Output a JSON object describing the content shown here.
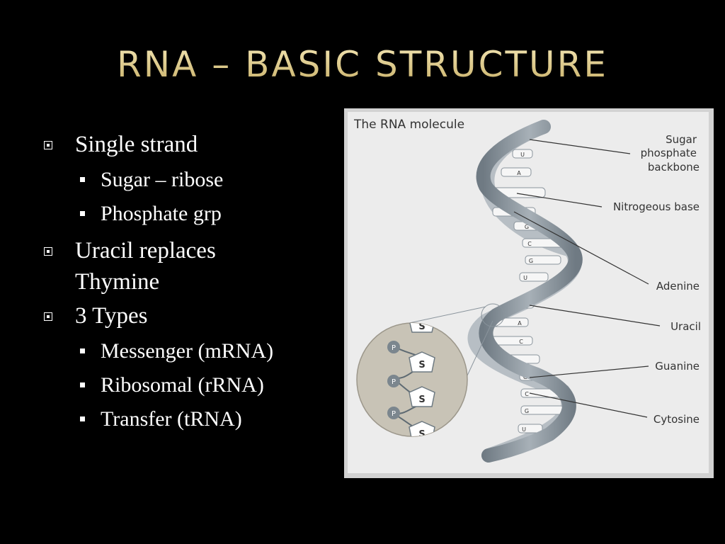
{
  "slide": {
    "title": "RNA – BASIC STRUCTURE"
  },
  "bullets": {
    "b1": "Single strand",
    "b1_1": "Sugar – ribose",
    "b1_2": "Phosphate grp",
    "b2_line1": "Uracil replaces",
    "b2_line2": "Thymine",
    "b3": "3 Types",
    "b3_1": "Messenger (mRNA)",
    "b3_2": "Ribosomal (rRNA)",
    "b3_3": "Transfer (tRNA)"
  },
  "figure": {
    "caption": "The RNA molecule",
    "label_sugar_1": "Sugar",
    "label_sugar_2": "phosphate",
    "label_sugar_3": "backbone",
    "label_nitrogenous": "Nitrogeous base",
    "label_adenine": "Adenine",
    "label_uracil": "Uracil",
    "label_guanine": "Guanine",
    "label_cytosine": "Cytosine",
    "inset_s": "S",
    "inset_p": "P",
    "base_letters": [
      "U",
      "A",
      "",
      "G",
      "G",
      "C",
      "G",
      "U",
      "U",
      "A",
      "C",
      "",
      "G",
      "C",
      "G",
      "U"
    ]
  },
  "colors": {
    "title": "#e4d49a",
    "background": "#000000",
    "strand": "#8a949c",
    "figure_bg": "#ececec"
  }
}
